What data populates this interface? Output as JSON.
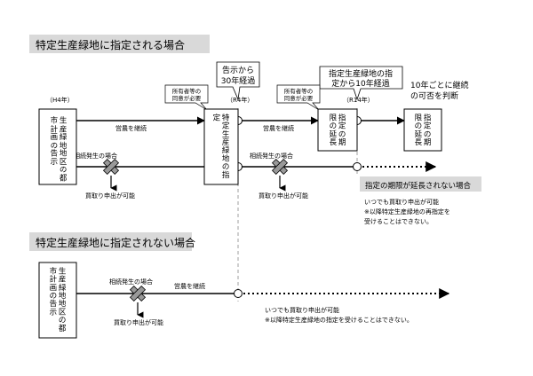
{
  "section1_title": "特定生産緑地に指定される場合",
  "section2_title": "特定生産緑地に指定されない場合",
  "h4_label": "（H4年）",
  "r4_label": "（R4年）",
  "r14_label": "（R14年）",
  "box_notice_1": "生産緑地地区の都市計画の告示",
  "box_designation": "特定生産緑地の指定",
  "box_extend_1": "指定の期限の延長",
  "box_extend_2": "指定の期限の延長",
  "box_notice_2": "生産緑地地区の都市計画の告示",
  "callout_30y_line1": "告示から",
  "callout_30y_line2": "30年経過",
  "callout_10y_line1": "指定生産緑地の指",
  "callout_10y_line2": "定から10年経過",
  "consent_1_line1": "所有者等の",
  "consent_1_line2": "同意が必要",
  "consent_2_line1": "所有者等の",
  "consent_2_line2": "同意が必要",
  "every10_line1": "10年ごとに継続",
  "every10_line2": "の可否を判断",
  "continue_farming_1": "営農を継続",
  "continue_farming_2": "営農を継続",
  "continue_farming_3": "営農を継続",
  "inheritance_1": "相続発生の場合",
  "inheritance_2": "相続発生の場合",
  "inheritance_3": "相続発生の場合",
  "buyout_1": "買取り申出が可能",
  "buyout_2": "買取り申出が可能",
  "buyout_3": "買取り申出が可能",
  "not_extended_label": "指定の期限が延長されない場合",
  "note_a_line1": "いつでも買取り申出が可能",
  "note_a_line2": "※以降特定生産緑地の再指定を",
  "note_a_line3": "受けることはできない。",
  "note_b_line1": "いつでも買取り申出が可能",
  "note_b_line2": "※以降特定生産緑地の指定を受けることはできない。",
  "colors": {
    "line": "#000000",
    "cross_fill": "#999999",
    "label_bg": "#d9d9d9",
    "dashed": "#888888"
  }
}
